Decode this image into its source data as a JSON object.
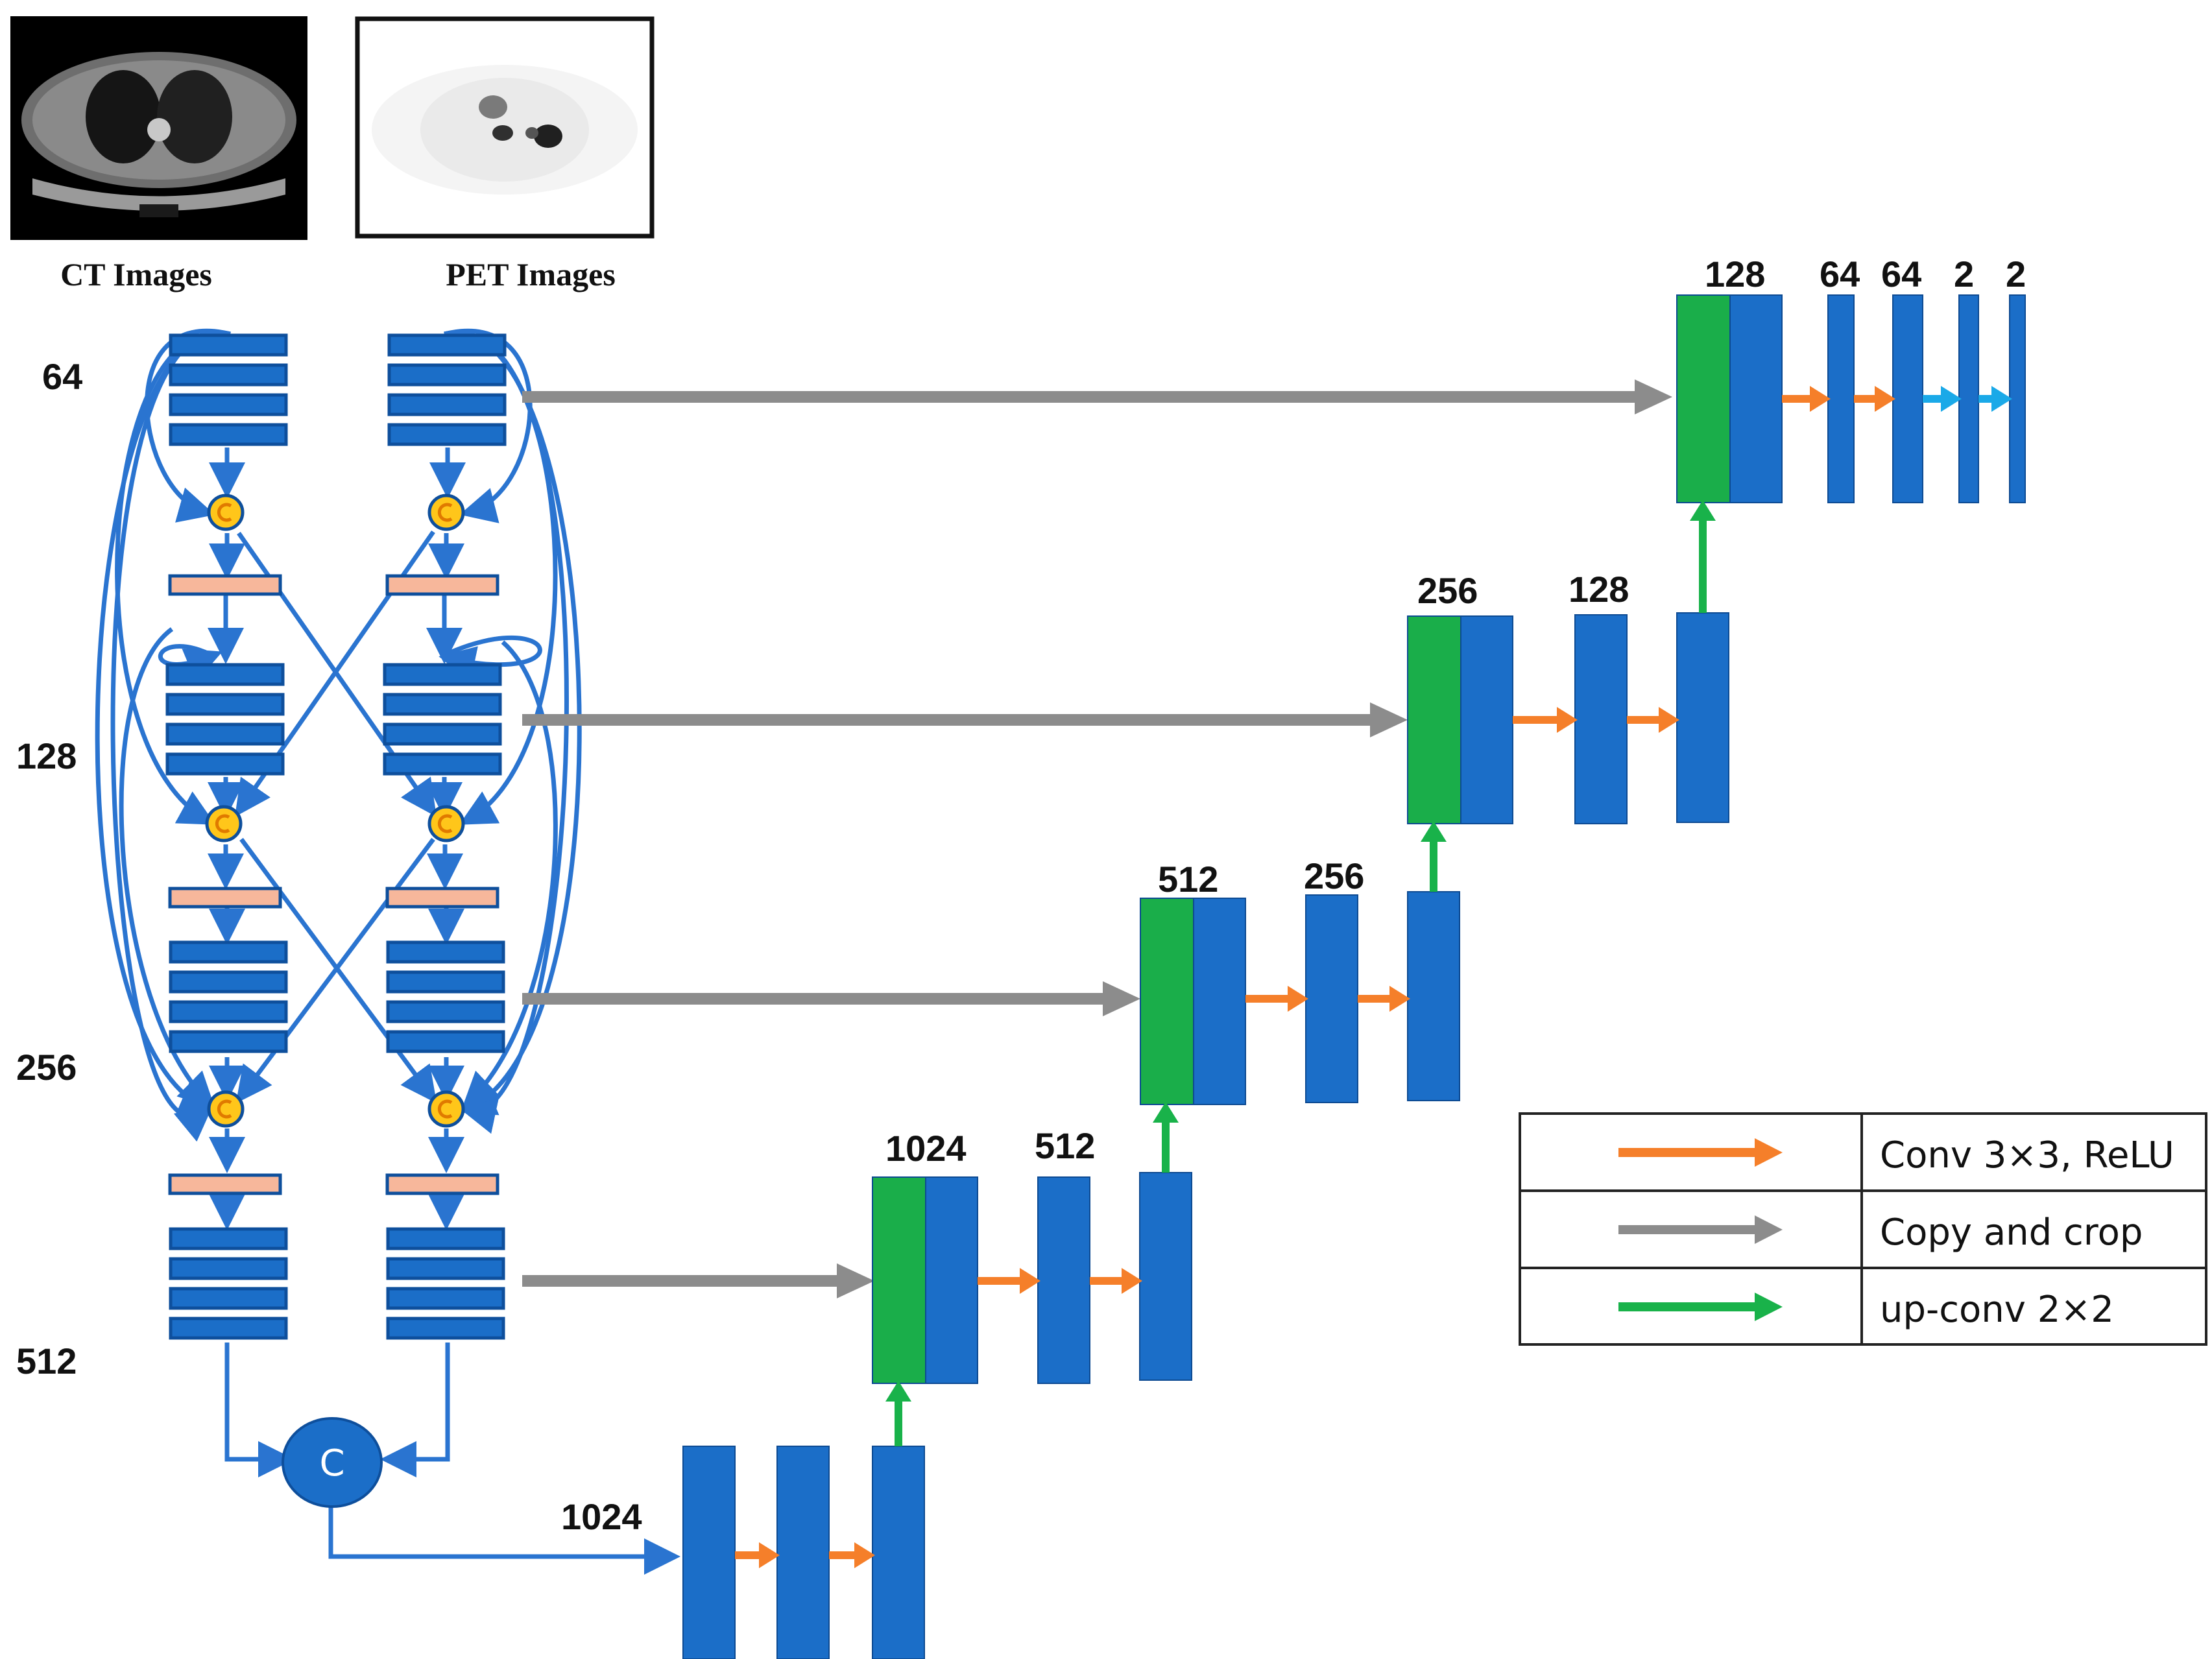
{
  "images": [
    {
      "label": "CT Images",
      "icon": "ct-scan-image"
    },
    {
      "label": "PET Images",
      "icon": "pet-scan-image"
    }
  ],
  "encoder_level_labels": [
    "64",
    "128",
    "256",
    "512"
  ],
  "concat_symbol": "C",
  "bottleneck_label": "1024",
  "decoder_labels": {
    "stage1_in": "1024",
    "stage1_mid": "512",
    "stage2_in": "512",
    "stage2_mid": "256",
    "stage3_in": "256",
    "stage3_mid": "128",
    "stage4_in": "128",
    "stage4_a": "64",
    "stage4_b": "64",
    "stage4_c": "2",
    "stage4_d": "2"
  },
  "legend": [
    {
      "label": "Conv 3×3, ReLU",
      "color": "#f57f2a"
    },
    {
      "label": "Copy and crop",
      "color": "#8c8c8c"
    },
    {
      "label": "up-conv 2×2",
      "color": "#19b24a"
    }
  ],
  "colors": {
    "block_blue": "#1b6ec8",
    "block_border": "#0e4f9c",
    "concat_green": "#1aae4a",
    "pool_bar": "#f7b79b",
    "node_yellow": "#ffc61a",
    "line_blue": "#2a74d0",
    "output_arrow": "#1aa9e8"
  }
}
